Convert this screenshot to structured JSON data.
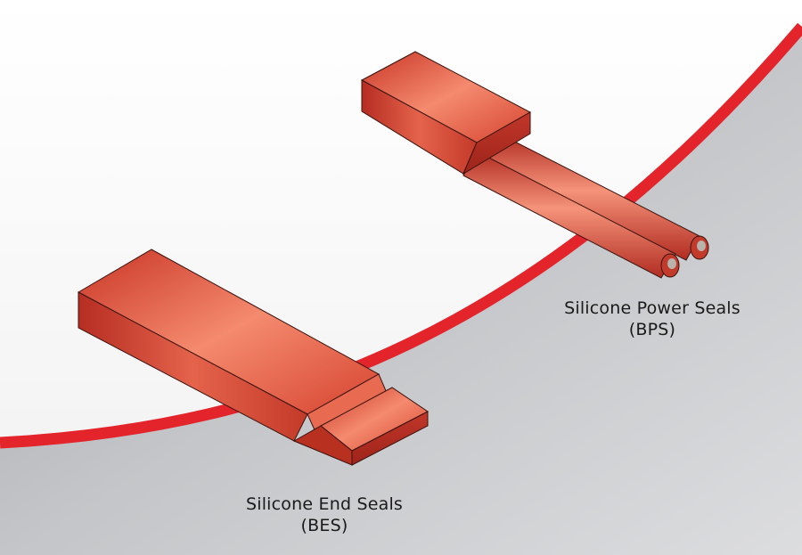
{
  "products": {
    "power_seals": {
      "name": "Silicone Power Seals",
      "code": "(BPS)"
    },
    "end_seals": {
      "name": "Silicone End Seals",
      "code": "(BES)"
    }
  },
  "colors": {
    "accent_line": "#e3242b",
    "seal_body": "#d9432f",
    "seal_highlight": "#f0795e",
    "seal_shadow": "#a82a20",
    "background_light": "#f7f7f8",
    "background_gray": "#b9bbbe"
  }
}
